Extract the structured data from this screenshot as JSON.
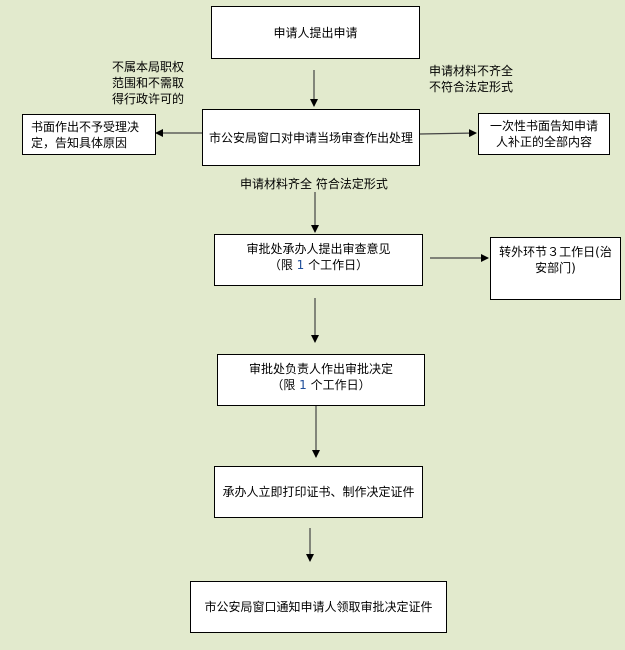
{
  "colors": {
    "background": "#e2eacd",
    "box_fill": "#ffffff",
    "stroke": "#000000"
  },
  "nodes": {
    "apply": {
      "text": "申请人提出申请"
    },
    "review": {
      "text": "市公安局窗口对申请当场审查作出处理"
    },
    "reject": {
      "line1": "书面作出不予受理决",
      "line2": "定，告知具体原因"
    },
    "supplement": {
      "line1": "一次性书面告知申请",
      "line2": "人补正的全部内容"
    },
    "opinion": {
      "line1": "审批处承办人提出审查意见",
      "line2_pre": "（限 ",
      "line2_num": "1",
      "line2_post": " 个工作日）"
    },
    "external": {
      "line1": "转外环节３工作日(治",
      "line2": "安部门)"
    },
    "decision": {
      "line1": "审批处负责人作出审批决定",
      "line2_pre": "（限 ",
      "line2_num": "1",
      "line2_post": " 个工作日）"
    },
    "print": {
      "text": "承办人立即打印证书、制作决定证件"
    },
    "notify": {
      "text": "市公安局窗口通知申请人领取审批决定证件"
    }
  },
  "edge_labels": {
    "not_in_scope": [
      "不属本局职权",
      "范围和不需取",
      "得行政许可的"
    ],
    "incomplete": [
      "申请材料不齐全",
      "不符合法定形式"
    ],
    "complete": "申请材料齐全  符合法定形式"
  }
}
